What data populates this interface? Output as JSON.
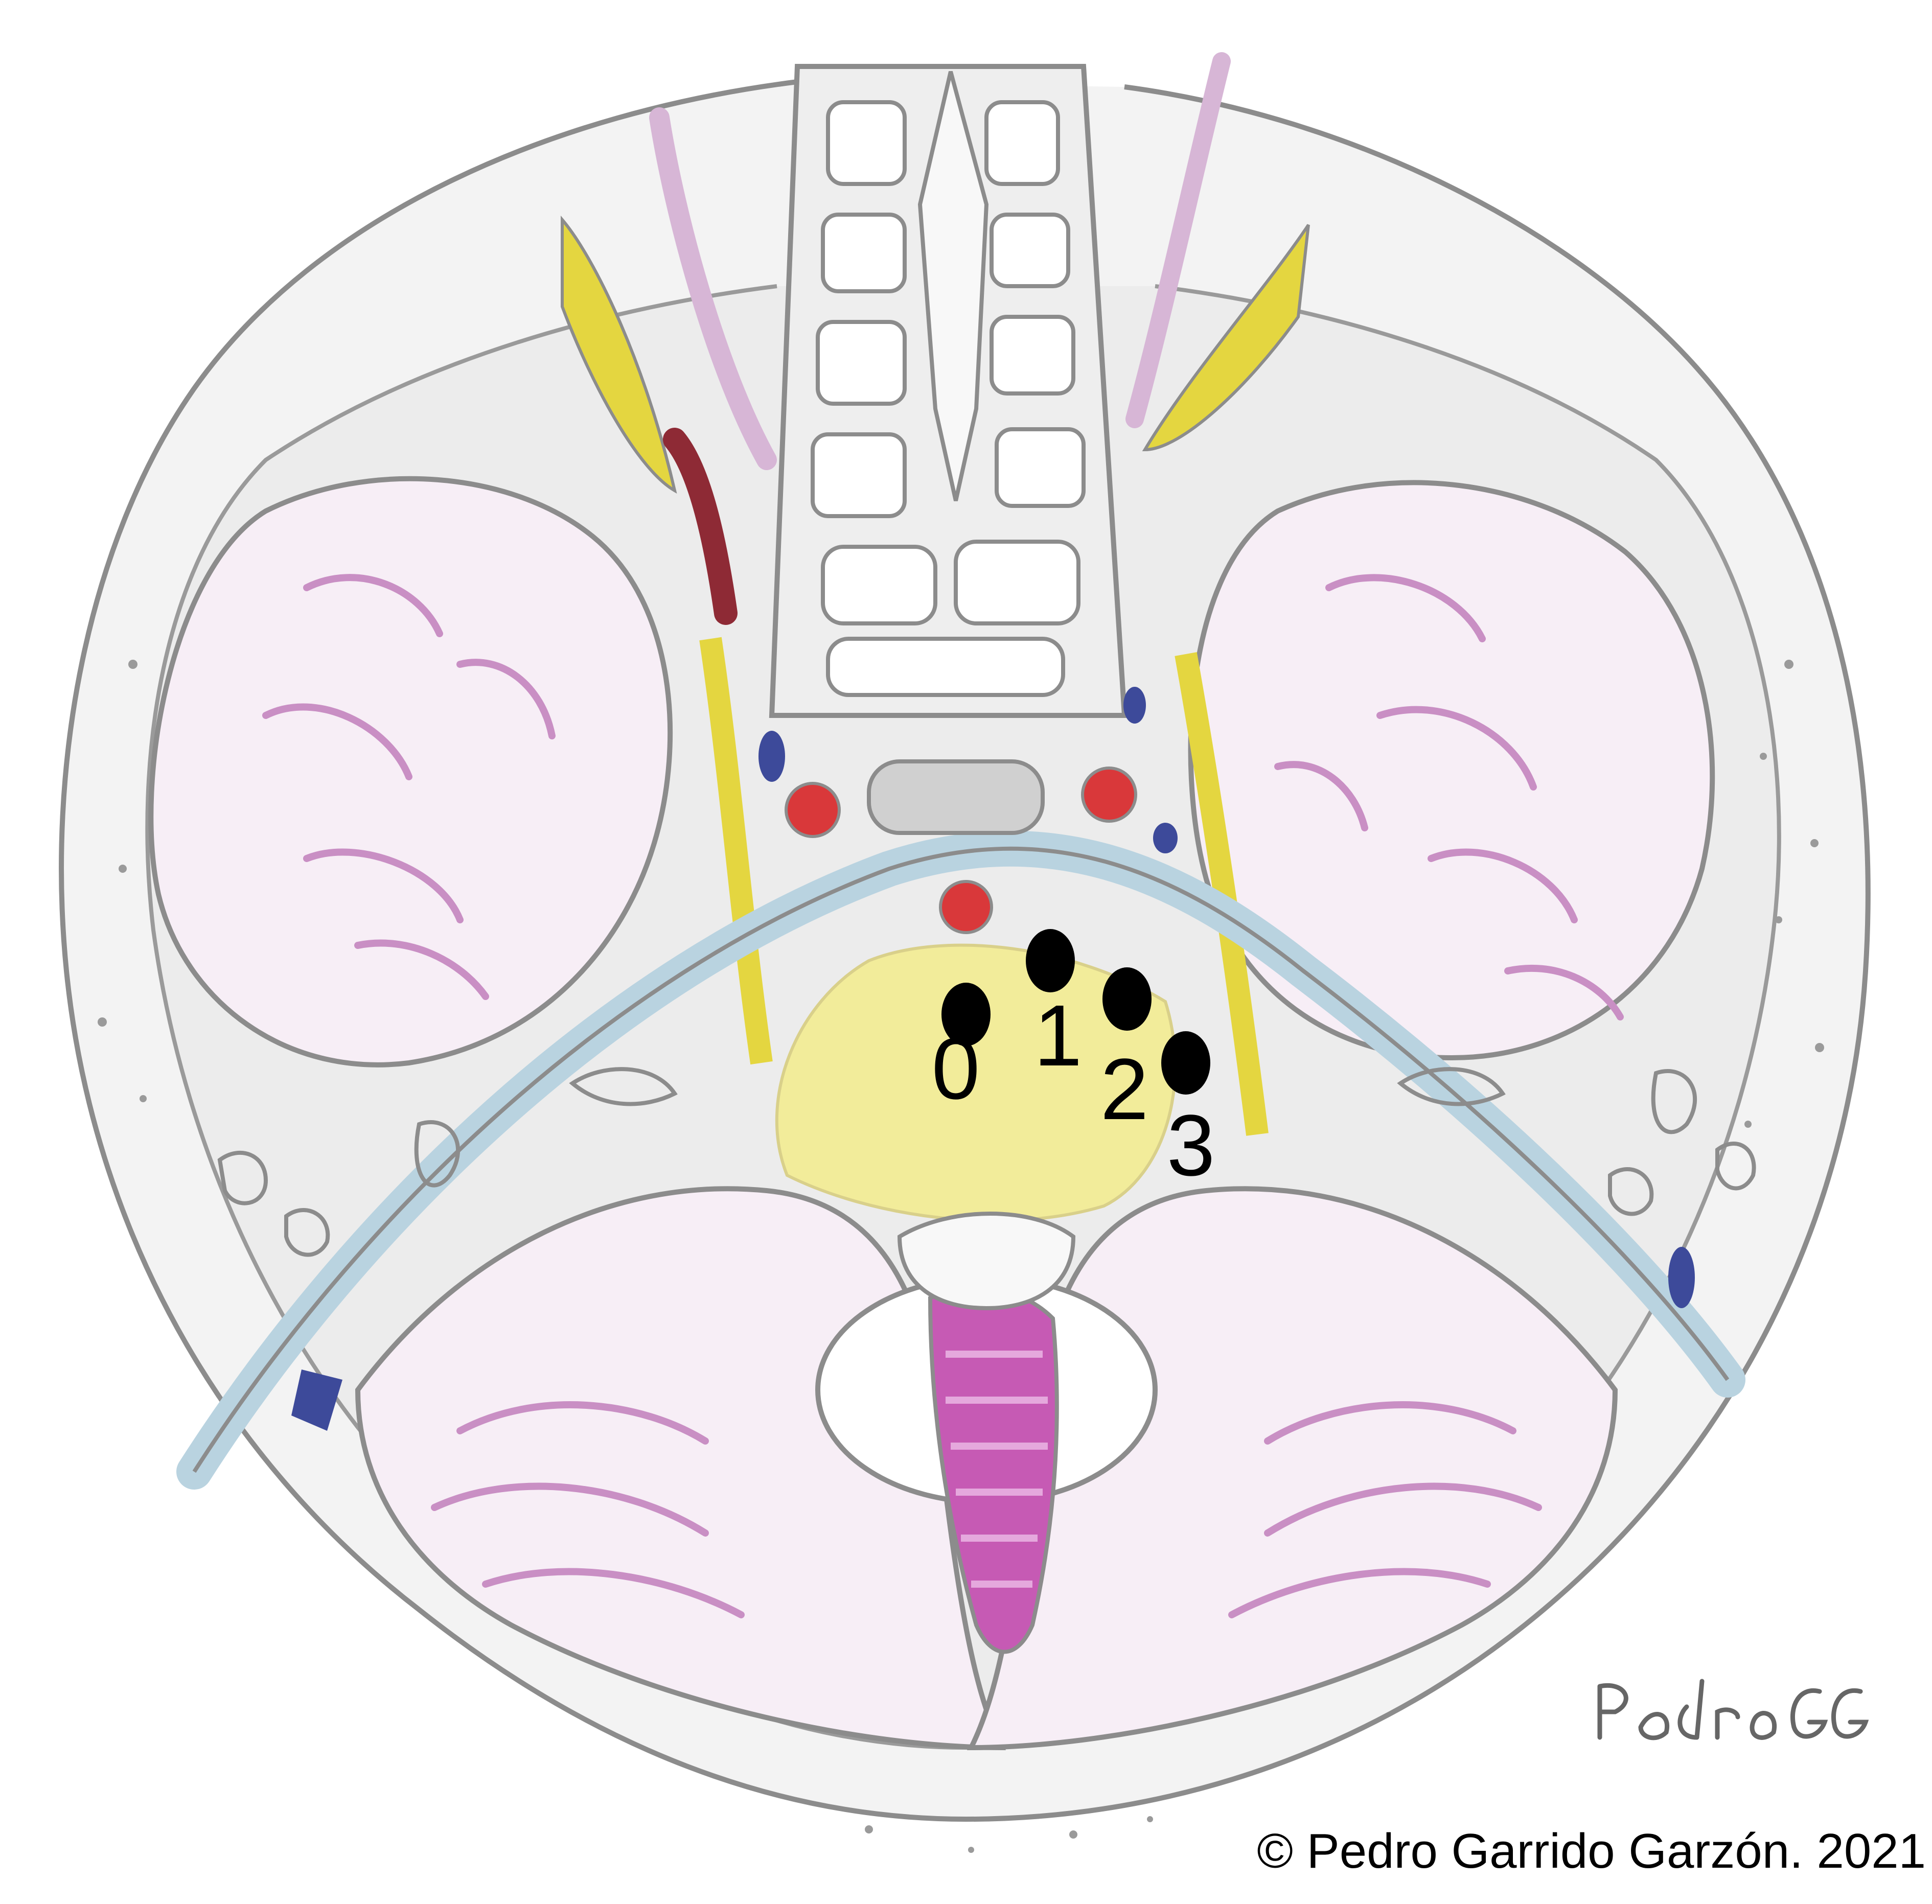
{
  "markers": [
    {
      "label": "0"
    },
    {
      "label": "1"
    },
    {
      "label": "2"
    },
    {
      "label": "3"
    }
  ],
  "signature": "Pedro GG",
  "copyright": "© Pedro Garrido Garzón. 2021",
  "colors": {
    "outline": "#8c8c8c",
    "bone_fill": "#e9e9e9",
    "tissue_pink": "#c98fc4",
    "brainstem_magenta": "#c65ab4",
    "nerve_yellow": "#e4d640",
    "nerve_yellow_pale": "#f2ec9a",
    "vessel_red": "#d9383a",
    "vein_blue": "#3d4a9a",
    "dura_blue": "#b9d3e0",
    "marker_black": "#000000"
  }
}
